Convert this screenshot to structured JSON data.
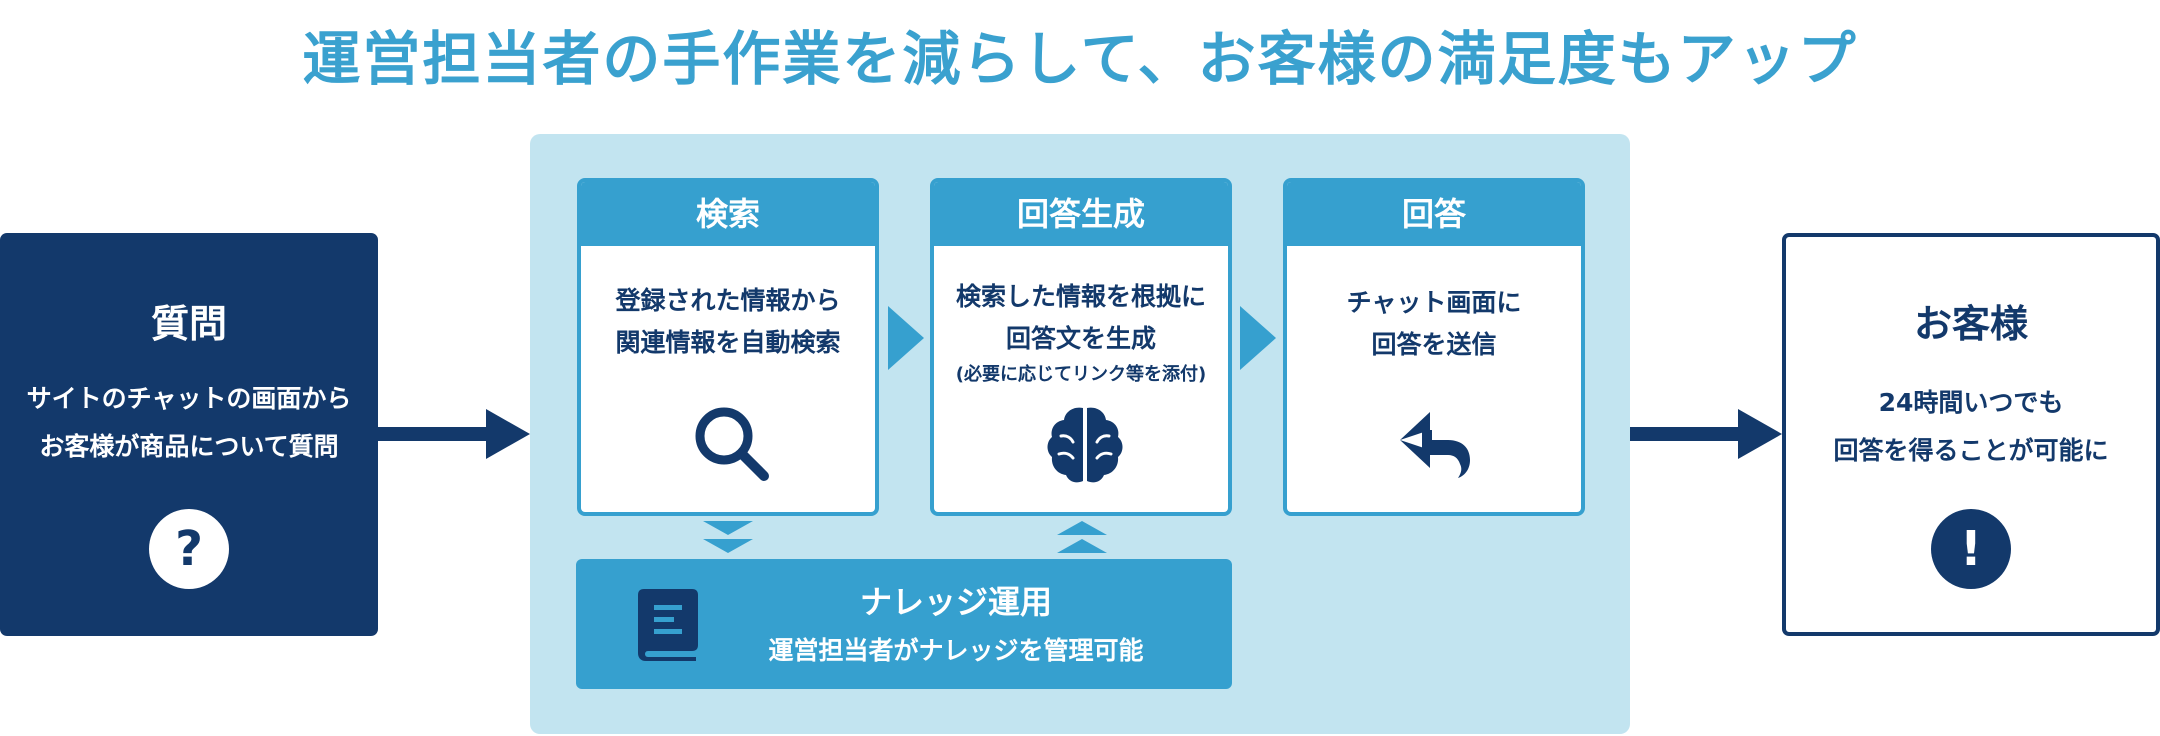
{
  "title": "運営担当者の手作業を減らして、お客様の満足度もアップ",
  "question": {
    "title": "質問",
    "lines": [
      "サイトのチャットの画面から",
      "お客様が商品について質問"
    ],
    "icon": "question-circle-icon",
    "icon_glyph": "?"
  },
  "steps": [
    {
      "title": "検索",
      "lines": [
        "登録された情報から",
        "関連情報を自動検索"
      ],
      "note": "",
      "icon": "search-icon"
    },
    {
      "title": "回答生成",
      "lines": [
        "検索した情報を根拠に",
        "回答文を生成"
      ],
      "note": "(必要に応じてリンク等を添付)",
      "icon": "brain-icon"
    },
    {
      "title": "回答",
      "lines": [
        "チャット画面に",
        "回答を送信"
      ],
      "note": "",
      "icon": "reply-arrow-icon"
    }
  ],
  "knowledge": {
    "title": "ナレッジ運用",
    "subtitle": "運営担当者がナレッジを管理可能",
    "icon": "book-icon"
  },
  "customer": {
    "title": "お客様",
    "lines": [
      "24時間いつでも",
      "回答を得ることが可能に"
    ],
    "icon": "exclamation-circle-icon",
    "icon_glyph": "!"
  },
  "colors": {
    "navy": "#13396b",
    "blue": "#36a0cf",
    "title_blue": "#3aa1cf",
    "panel_bg": "#c2e4f0"
  }
}
